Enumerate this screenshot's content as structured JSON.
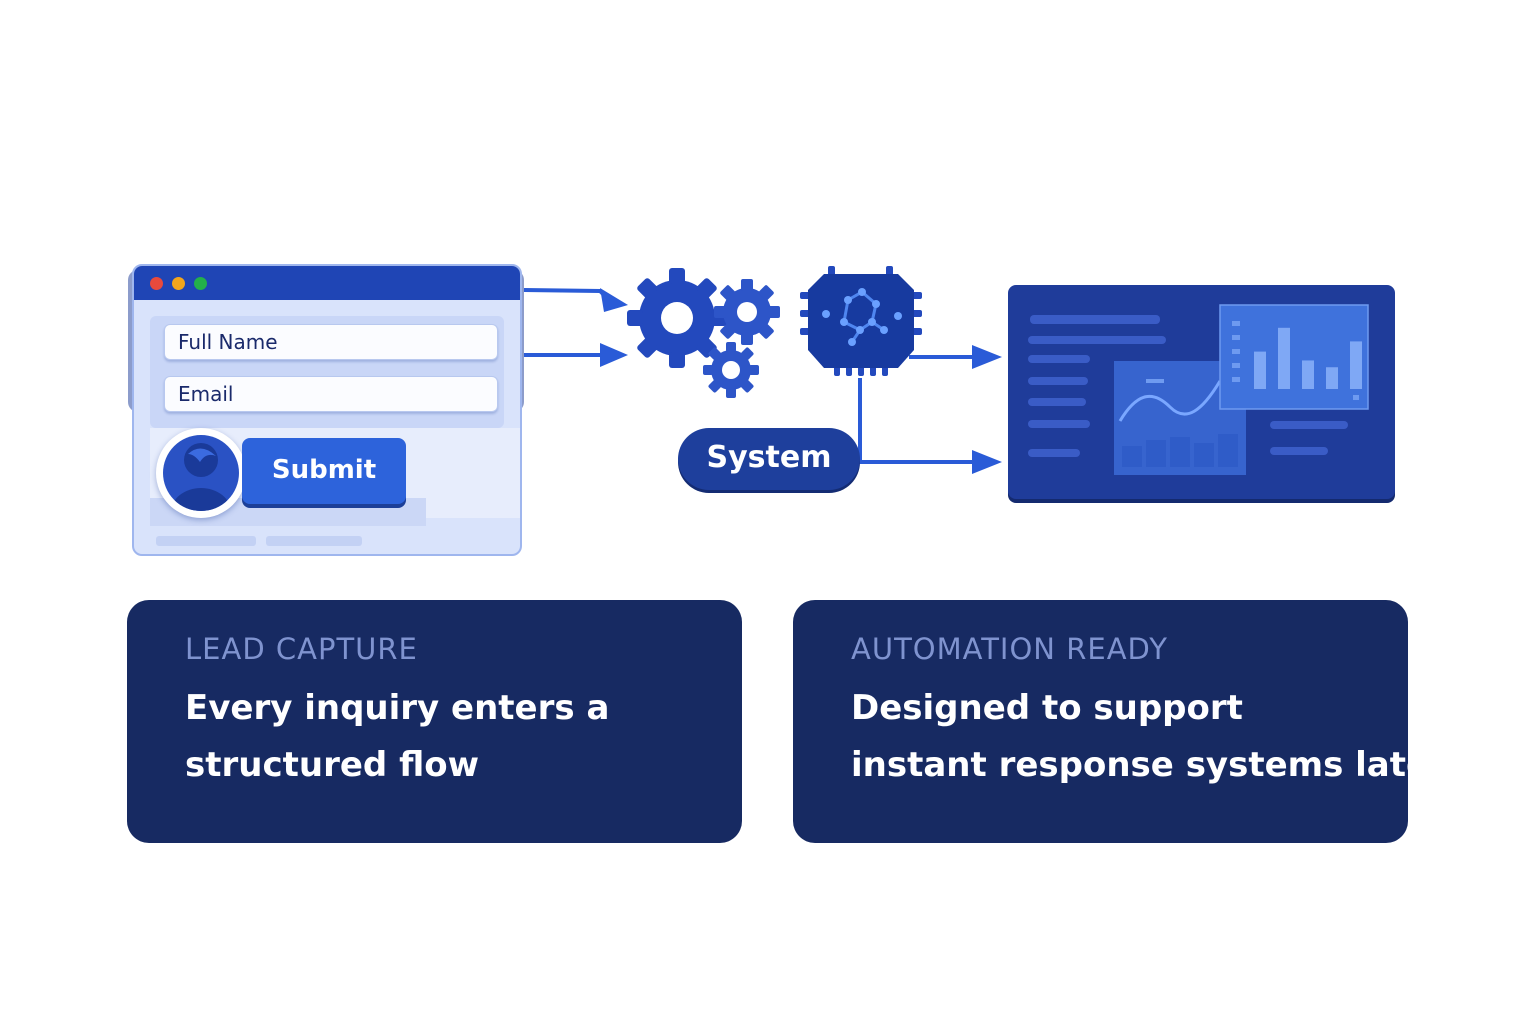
{
  "form": {
    "full_name_placeholder": "Full Name",
    "email_placeholder": "Email",
    "submit_label": "Submit"
  },
  "system": {
    "label": "System"
  },
  "cards": [
    {
      "label": "LEAD CAPTURE",
      "line1": "Every inquiry enters a",
      "line2": "structured flow"
    },
    {
      "label": "AUTOMATION READY",
      "line1": "Designed to support",
      "line2": "instant response systems later"
    }
  ],
  "icons": {
    "window_controls": [
      "window-close-dot",
      "window-minimize-dot",
      "window-maximize-dot"
    ],
    "avatar": "user-avatar-icon",
    "processing": [
      "gears-icon",
      "ai-chip-icon"
    ],
    "dashboard_chart_bars": [
      0.55,
      0.9,
      0.42,
      0.32,
      0.7
    ],
    "dashboard_bottom_bars": [
      0.35,
      0.45,
      0.5,
      0.4,
      0.55
    ]
  },
  "colors": {
    "brand_blue": "#2d63db",
    "dark_blue": "#1f3c9a",
    "navy_card": "#172a62",
    "card_label": "#7f93cf"
  }
}
